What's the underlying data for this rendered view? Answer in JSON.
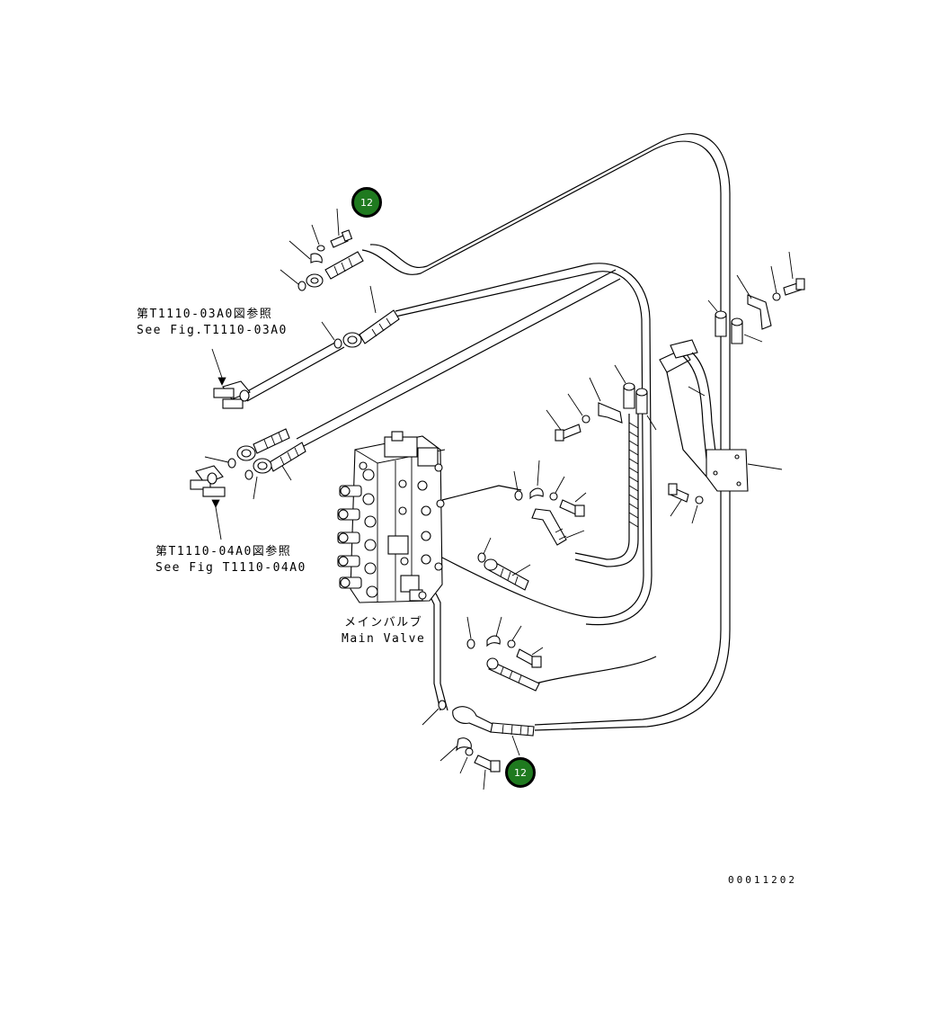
{
  "callouts": [
    {
      "id": "callout-top",
      "label": "12"
    },
    {
      "id": "callout-bottom",
      "label": "12"
    }
  ],
  "refs": {
    "fig03_jp": "第T1110-03A0図参照",
    "fig03_en": "See Fig.T1110-03A0",
    "fig04_jp": "第T1110-04A0図参照",
    "fig04_en": "See Fig T1110-04A0"
  },
  "main_valve": {
    "jp": "メインバルブ",
    "en": "Main Valve"
  },
  "drawing_number": "00011202",
  "colors": {
    "callout_fill": "#1f7a1f",
    "line": "#000000",
    "background": "#ffffff"
  }
}
